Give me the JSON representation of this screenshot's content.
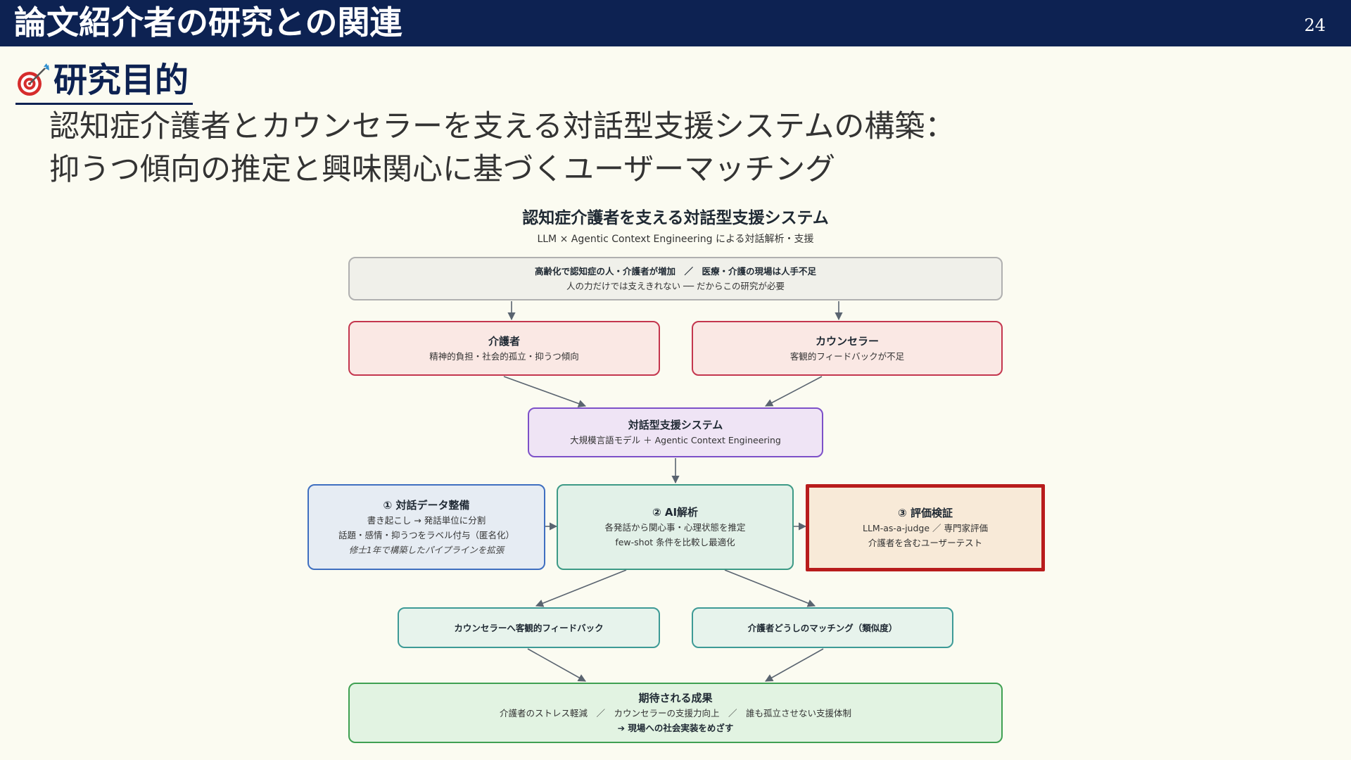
{
  "header": {
    "title": "論文紹介者の研究との関連",
    "page_number": "24"
  },
  "section": {
    "icon": "target-icon",
    "title": "研究目的"
  },
  "goal": {
    "line1": "認知症介護者とカウンセラーを支える対話型支援システムの構築：",
    "line2": "抑うつ傾向の推定と興味関心に基づくユーザーマッチング"
  },
  "diagram": {
    "title": "認知症介護者を支える対話型支援システム",
    "subtitle": "LLM × Agentic Context Engineering による対話解析・支援",
    "background": {
      "line1": "高齢化で認知症の人・介護者が増加　／　医療・介護の現場は人手不足",
      "line2": "人の力だけでは支えきれない ── だからこの研究が必要"
    },
    "caregiver": {
      "title": "介護者",
      "sub": "精神的負担・社会的孤立・抑うつ傾向"
    },
    "counselor": {
      "title": "カウンセラー",
      "sub": "客観的フィードバックが不足"
    },
    "system": {
      "title": "対話型支援システム",
      "sub": "大規模言語モデル ＋ Agentic Context Engineering"
    },
    "step1": {
      "title": "① 対話データ整備",
      "line1": "書き起こし → 発話単位に分割",
      "line2": "話題・感情・抑うつをラベル付与（匿名化）",
      "note": "修士1年で構築したパイプラインを拡張"
    },
    "step2": {
      "title": "② AI解析",
      "line1": "各発話から関心事・心理状態を推定",
      "line2": "few-shot 条件を比較し最適化"
    },
    "step3": {
      "title": "③ 評価検証",
      "line1": "LLM-as-a-judge ／ 専門家評価",
      "line2": "介護者を含むユーザーテスト"
    },
    "output1": "カウンセラーへ客観的フィードバック",
    "output2": "介護者どうしのマッチング（類似度）",
    "result": {
      "title": "期待される成果",
      "line1": "介護者のストレス軽減　／　カウンセラーの支援力向上　／　誰も孤立させない支援体制",
      "line2": "➔ 現場への社会実装をめざす"
    }
  },
  "colors": {
    "header_bg": "#0d2252",
    "highlight_border": "#b81c1c",
    "arrow": "#5a6470"
  }
}
